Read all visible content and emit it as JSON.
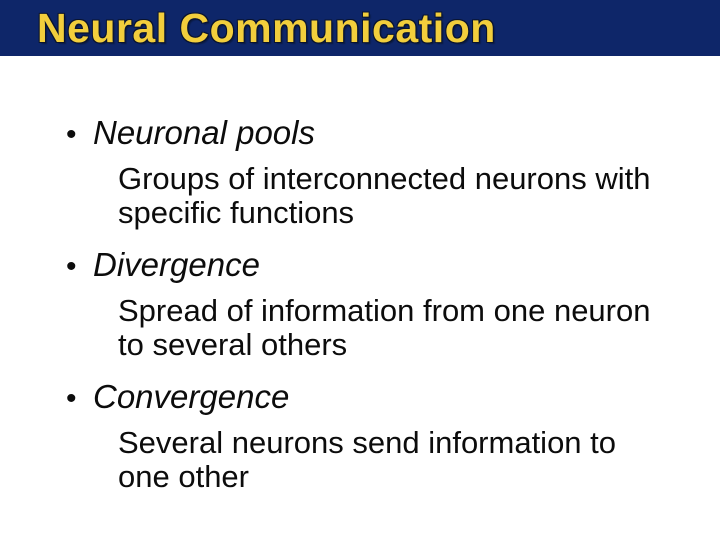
{
  "slide": {
    "title": "Neural Communication",
    "bullet_glyph": "•",
    "colors": {
      "header_bg": "#0E2669",
      "title_text": "#F2CE3C",
      "title_outline": "#0A142E",
      "body_bg": "#FFFFFF",
      "body_text": "#0C0C0C"
    },
    "bullets": [
      {
        "label": "Neuronal pools",
        "desc_lines": [
          "Groups of interconnected neurons with",
          "specific functions"
        ]
      },
      {
        "label": "Divergence",
        "desc_lines": [
          "Spread of information from one neuron",
          "to several others"
        ]
      },
      {
        "label": "Convergence",
        "desc_lines": [
          "Several neurons send information to",
          "one other"
        ]
      }
    ]
  }
}
